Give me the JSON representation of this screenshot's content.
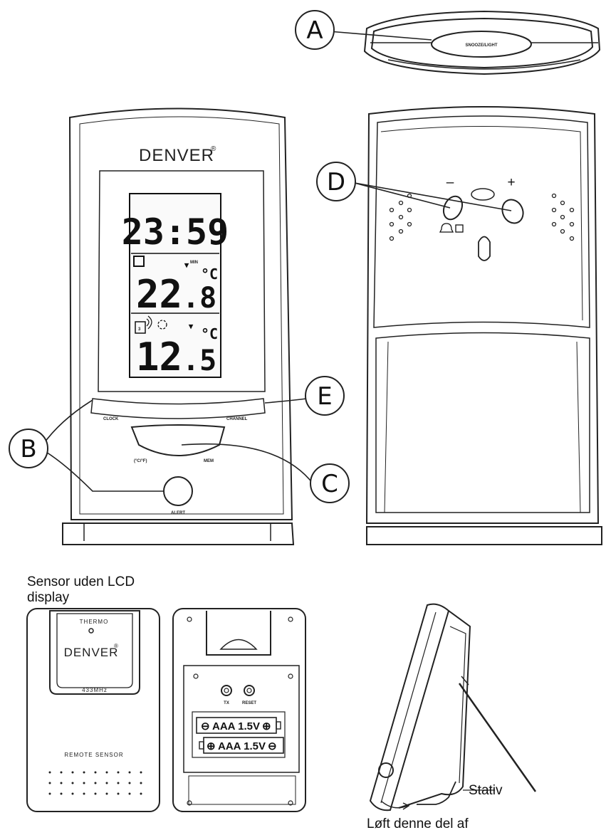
{
  "top_device": {
    "button_label": "SNOOZE/LIGHT"
  },
  "front": {
    "brand": "DENVER",
    "registered": "®",
    "time": "23:59",
    "indoor_temp_int": "22",
    "indoor_temp_dec": ".8",
    "outdoor_temp_int": "12",
    "outdoor_temp_dec": ".5",
    "unit": "°C",
    "min_label": "MIN",
    "channel_icon_text": "3",
    "buttons": {
      "clock": "CLOCK",
      "channel": "CHANNEL",
      "celsius_fahrenheit": "(°C/°F)",
      "mem": "MEM",
      "alert": "ALERT"
    }
  },
  "back": {
    "minus": "–",
    "plus": "+"
  },
  "callouts": [
    "A",
    "B",
    "C",
    "D",
    "E"
  ],
  "sensor": {
    "caption_line1": "Sensor uden LCD",
    "caption_line2": "display",
    "thermo": "THERMO",
    "brand": "DENVER",
    "registered": "®",
    "freq": "433MHz",
    "remote_sensor": "REMOTE SENSOR"
  },
  "battery": {
    "label_top": "AAA 1.5V",
    "label_bottom": "AAA 1.5V",
    "btn_left": "TX",
    "btn_right": "RESET"
  },
  "side": {
    "stand_label": "Stativ",
    "lift_caption": "Løft denne del af"
  }
}
